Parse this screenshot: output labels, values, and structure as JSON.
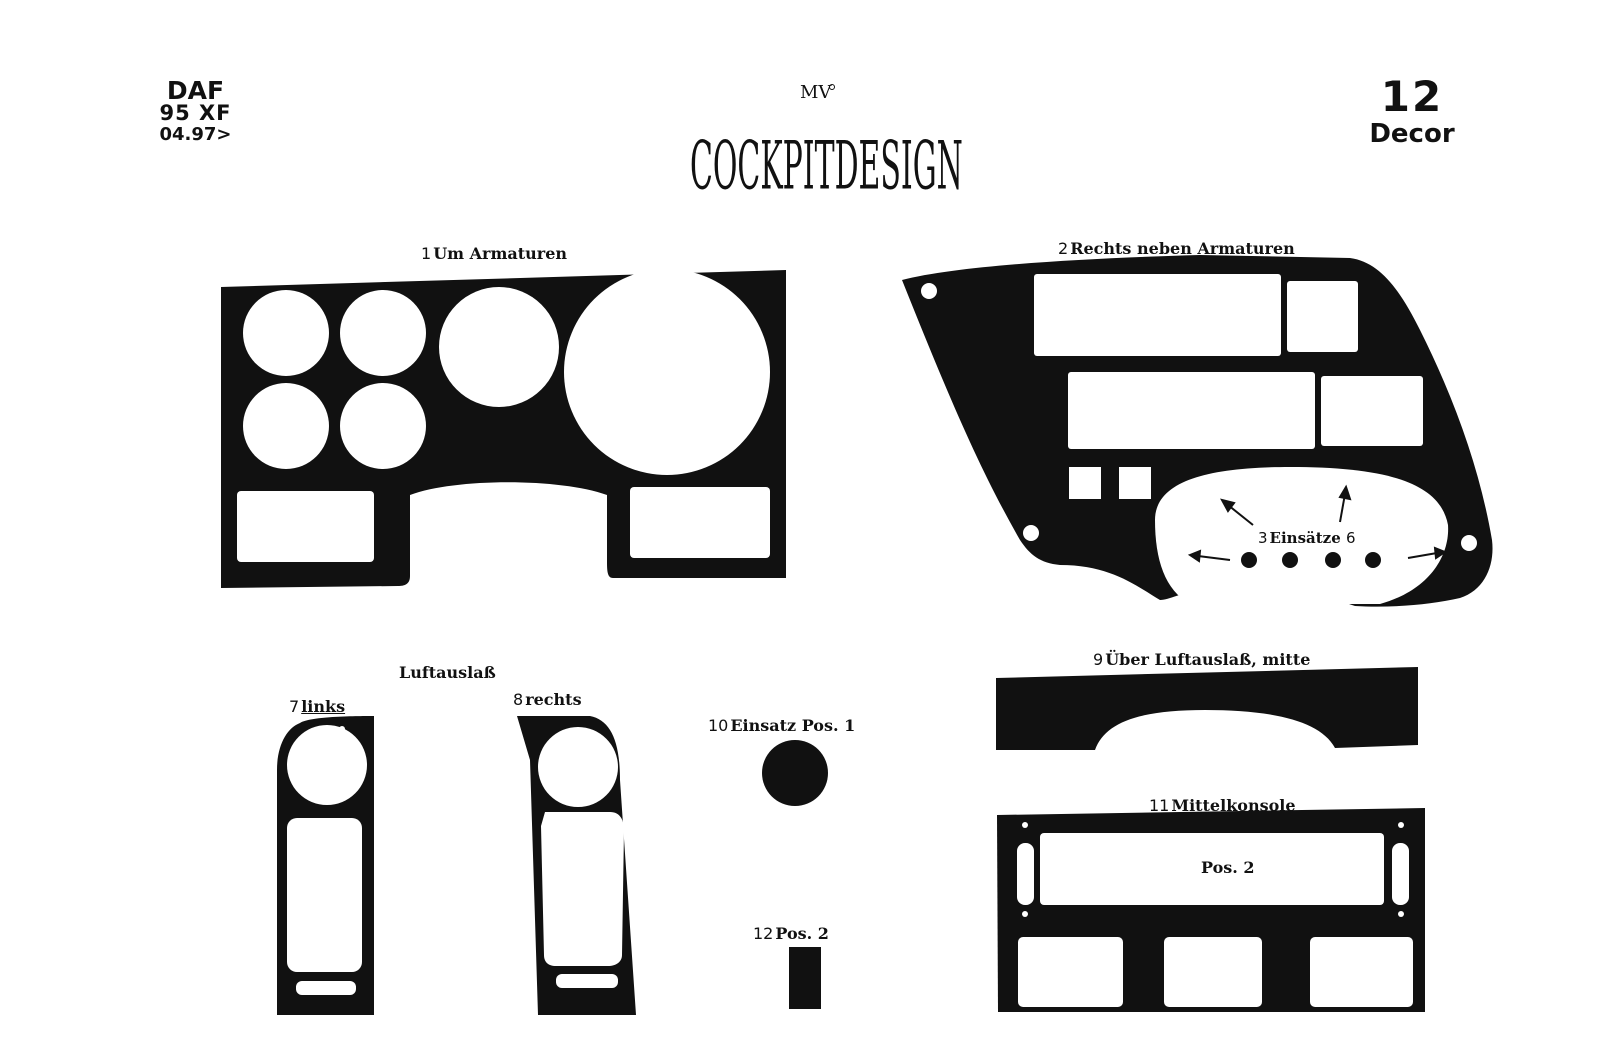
{
  "vehicle": {
    "make": "DAF",
    "model": "95 XF",
    "date": "04.97>"
  },
  "brand": {
    "name": "COCKPITDESIGN",
    "mark": "MV"
  },
  "kit": {
    "count": "12",
    "finish": "Decor"
  },
  "parts": {
    "p1": {
      "num": "1",
      "text": "Um  Armaturen"
    },
    "p2": {
      "num": "2",
      "text": "Rechts  neben  Armaturen"
    },
    "p3": {
      "num": "3",
      "text": "Einsätze",
      "num_end": "6"
    },
    "air_vent_group": "Luftauslaß",
    "p7": {
      "num": "7",
      "text": "links"
    },
    "p8": {
      "num": "8",
      "text": "rechts"
    },
    "p9": {
      "num": "9",
      "text": "Über  Luftauslaß,  mitte"
    },
    "p10": {
      "num": "10",
      "text": "Einsatz  Pos. 1"
    },
    "p11": {
      "num": "11",
      "text": "Mittelkonsole"
    },
    "p11_inner": "Pos.  2",
    "p12": {
      "num": "12",
      "text": "Pos.  2"
    }
  },
  "colors": {
    "ink": "#111111",
    "paper": "#ffffff"
  }
}
